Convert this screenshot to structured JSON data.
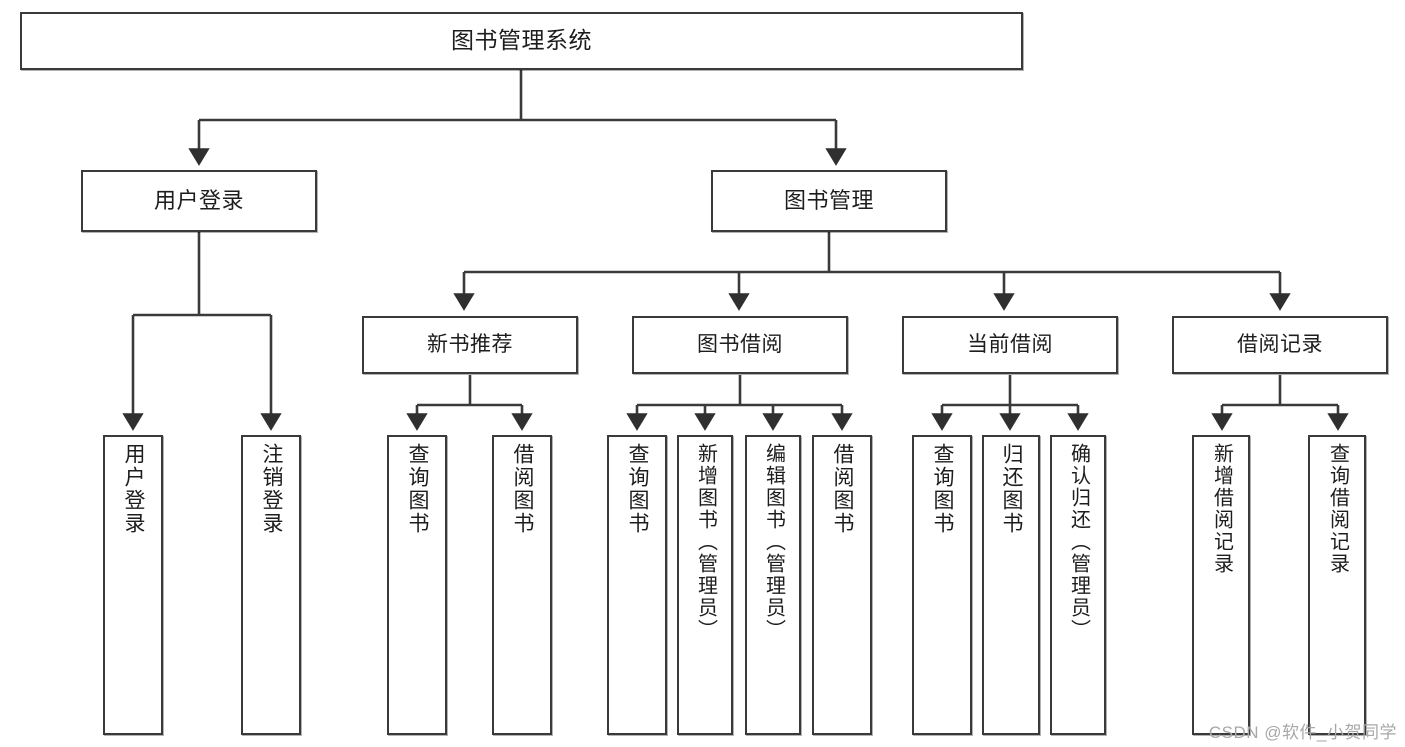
{
  "diagram": {
    "type": "tree",
    "title": "图书管理系统",
    "root": {
      "id": "root",
      "label": "图书管理系统"
    },
    "level2": [
      {
        "id": "user-login",
        "label": "用户登录"
      },
      {
        "id": "book-manage",
        "label": "图书管理"
      }
    ],
    "level3": [
      {
        "id": "new-book-rec",
        "label": "新书推荐",
        "parent": "book-manage"
      },
      {
        "id": "book-borrow",
        "label": "图书借阅",
        "parent": "book-manage"
      },
      {
        "id": "current-borrow",
        "label": "当前借阅",
        "parent": "book-manage"
      },
      {
        "id": "borrow-record",
        "label": "借阅记录",
        "parent": "book-manage"
      }
    ],
    "leaves": {
      "user_login": [
        {
          "id": "leaf-user-login",
          "label": "用户登录"
        },
        {
          "id": "leaf-logout",
          "label": "注销登录"
        }
      ],
      "new_book_rec": [
        {
          "id": "leaf-query-book-1",
          "label": "查询图书"
        },
        {
          "id": "leaf-borrow-book-1",
          "label": "借阅图书"
        }
      ],
      "book_borrow": [
        {
          "id": "leaf-query-book-2",
          "label": "查询图书"
        },
        {
          "id": "leaf-add-book",
          "label": "新增图书（管理员）"
        },
        {
          "id": "leaf-edit-book",
          "label": "编辑图书（管理员）"
        },
        {
          "id": "leaf-borrow-book-2",
          "label": "借阅图书"
        }
      ],
      "current_borrow": [
        {
          "id": "leaf-query-book-3",
          "label": "查询图书"
        },
        {
          "id": "leaf-return-book",
          "label": "归还图书"
        },
        {
          "id": "leaf-confirm-return",
          "label": "确认归还（管理员）"
        }
      ],
      "borrow_record": [
        {
          "id": "leaf-add-record",
          "label": "新增借阅记录"
        },
        {
          "id": "leaf-query-record",
          "label": "查询借阅记录"
        }
      ]
    }
  },
  "watermark": {
    "text": "CSDN @软件_小贺同学"
  },
  "colors": {
    "stroke": "#3a3a3a",
    "text": "#1d1d1d",
    "background": "#ffffff",
    "watermark": "#a8a8a8"
  }
}
